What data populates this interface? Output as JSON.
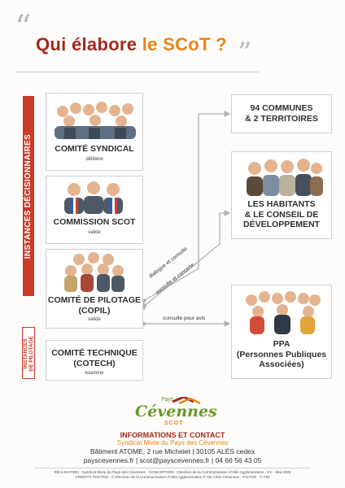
{
  "title": {
    "part1": "Qui élabore",
    "part2": "le SCoT ?"
  },
  "side_labels": {
    "decisionnaires": "INSTANCES DÉCISIONNAIRES",
    "pilotage": "INSTANCES\nDE PILOTAGE"
  },
  "left_boxes": [
    {
      "title": "COMITÉ SYNDICAL",
      "sub": "délibère"
    },
    {
      "title": "COMMISSION SCOT",
      "sub": "valide"
    },
    {
      "title": "COMITÉ DE PILOTAGE\n(COPIL)",
      "sub": "valide"
    },
    {
      "title": "COMITÉ TECHNIQUE\n(COTECH)",
      "sub": "examine"
    }
  ],
  "right_boxes": [
    {
      "title": "94 COMMUNES\n& 2 TERRITOIRES"
    },
    {
      "title": "LES HABITANTS\n& LE CONSEIL DE\nDÉVELOPPEMENT"
    },
    {
      "title": "PPA\n(Personnes Publiques\nAssociées)"
    }
  ],
  "arrows": {
    "dialogue": "dialogue et consulte",
    "consulte_concerte": "consulte et concerte",
    "consulte_avis": "consulte pour avis"
  },
  "logo": {
    "pays": "Pays",
    "name": "Cévennes",
    "scot": "SCOT"
  },
  "footer": {
    "heading": "INFORMATIONS ET CONTACT",
    "org": "Syndicat Mixte du Pays des Cévennes",
    "address": "Bâtiment ATOME, 2 rue Michelet | 30105 ALÈS cedex",
    "contact": "payscevennes.fr | scot@payscevennes.fr | 04 66 56 43 05",
    "credit1": "RÉALISATION : Syndicat Mixte du Pays des Cévennes - CONCEPTION : Direction de la Communication d'Alès Agglomération - SV - Mai 2025",
    "credit2": "CRÉDITS PHOTOS : © Direction de la Communication d'Alès Agglomération © De Cèse Cévennes - PICTOS : © Fée"
  },
  "colors": {
    "red": "#a3281e",
    "orange": "#e88416",
    "green": "#6a9a2a"
  }
}
